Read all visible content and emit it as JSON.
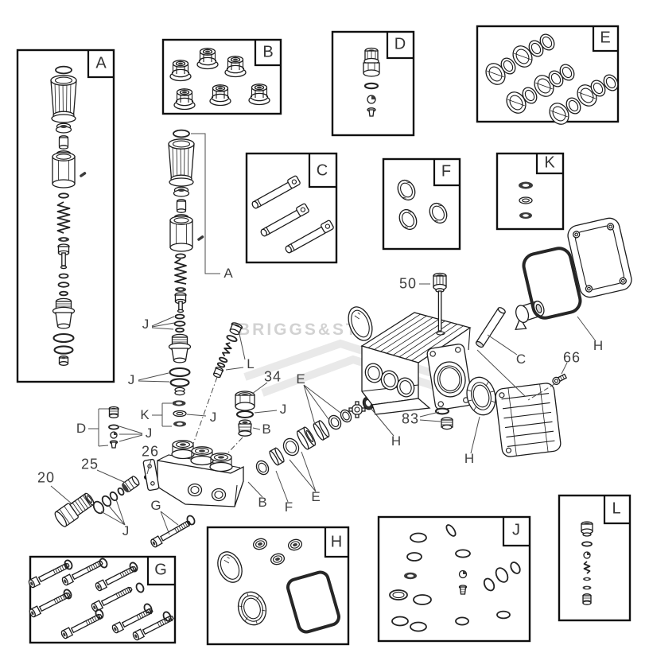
{
  "diagram": {
    "watermark": "BRIGGS&ST",
    "kit_labels": [
      "A",
      "B",
      "C",
      "D",
      "E",
      "F",
      "G",
      "H",
      "J",
      "K",
      "L"
    ],
    "callouts": [
      "A",
      "J",
      "J",
      "K",
      "J",
      "L",
      "34",
      "E",
      "J",
      "B",
      "D",
      "J",
      "26",
      "25",
      "20",
      "G",
      "J",
      "B",
      "F",
      "E",
      "H",
      "H",
      "83",
      "50",
      "C",
      "66",
      "H"
    ]
  }
}
